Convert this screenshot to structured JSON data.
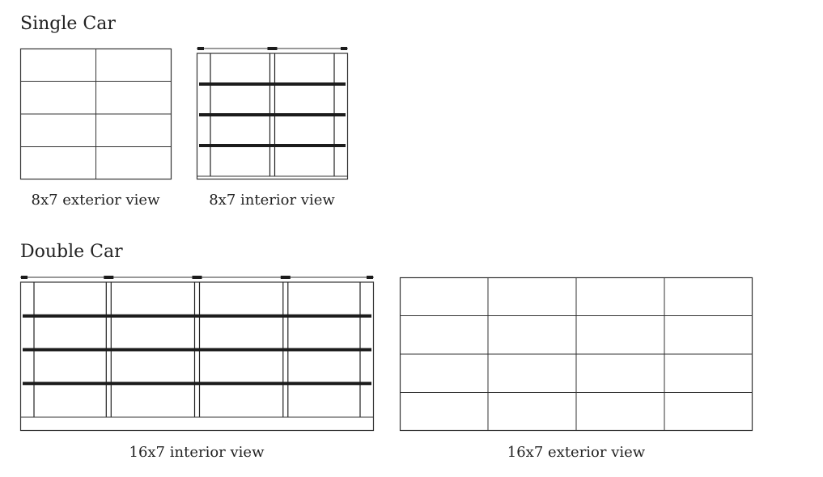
{
  "sections": {
    "single": {
      "title": "Single Car",
      "exterior": {
        "caption": "8x7 exterior view",
        "cols": 2,
        "rows": 4
      },
      "interior": {
        "caption": "8x7 interior view",
        "cols": 2,
        "rows": 4
      }
    },
    "double": {
      "title": "Double Car",
      "interior": {
        "caption": "16x7 interior view",
        "cols": 4,
        "rows": 4
      },
      "exterior": {
        "caption": "16x7 exterior view",
        "cols": 4,
        "rows": 4
      }
    }
  }
}
